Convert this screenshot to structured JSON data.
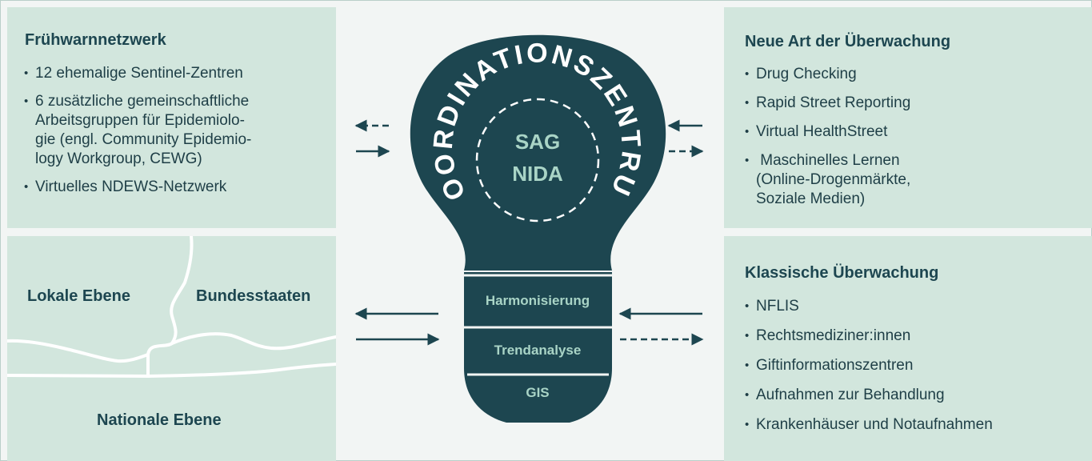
{
  "colors": {
    "panel_bg": "#d2e6dd",
    "bulb_dark": "#1d4650",
    "bulb_light_text": "#a9d4c6",
    "arrow": "#1d4650",
    "heading": "#1d4650"
  },
  "top_left": {
    "title": "Frühwarnnetzwerk",
    "items": [
      "12 ehemalige Sentinel-Zentren",
      "6 zusätzliche gemeinschaftliche Arbeitsgruppen für Epidemiolo-gie (engl. Community Epidemio-logy Workgroup, CEWG)",
      "Virtuelles NDEWS-Netzwerk"
    ],
    "item_lines": [
      [
        "12 ehemalige Sentinel-Zentren"
      ],
      [
        "6 zusätzliche gemeinschaftliche",
        "Arbeitsgruppen für Epidemiolo-",
        "gie (engl. Community Epidemio-",
        "logy Workgroup, CEWG)"
      ],
      [
        "Virtuelles NDEWS-Netzwerk"
      ]
    ]
  },
  "bottom_left": {
    "local": "Lokale Ebene",
    "states": "Bundesstaaten",
    "national": "Nationale Ebene"
  },
  "top_right": {
    "title": "Neue Art der Überwachung",
    "items": [
      "Drug Checking",
      "Rapid Street Reporting",
      "Virtual HealthStreet",
      "Maschinelles Lernen (Online-Drogenmärkte, Soziale Medien)"
    ],
    "item_lines": [
      [
        "Drug Checking"
      ],
      [
        "Rapid Street Reporting"
      ],
      [
        "Virtual HealthStreet"
      ],
      [
        " Maschinelles Lernen",
        "(Online-Drogenmärkte,",
        "Soziale Medien)"
      ]
    ]
  },
  "bottom_right": {
    "title": "Klassische Überwachung",
    "items": [
      "NFLIS",
      "Rechtsmediziner:innen",
      "Giftinformationszentren",
      "Aufnahmen zur Behandlung",
      "Krankenhäuser und Notaufnahmen"
    ]
  },
  "bulb": {
    "arc_text": "KOORDINATIONSZENTRUM",
    "center_line1": "SAG",
    "center_line2": "NIDA",
    "base_bands": [
      "Harmonisierung",
      "Trendanalyse",
      "GIS"
    ]
  }
}
